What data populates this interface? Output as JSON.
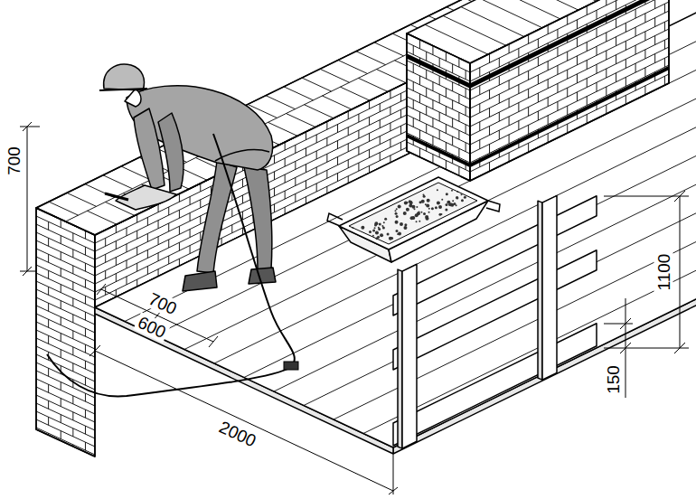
{
  "diagram": {
    "labels": [
      "700",
      "700",
      "600",
      "2000",
      "1100",
      "150"
    ]
  }
}
